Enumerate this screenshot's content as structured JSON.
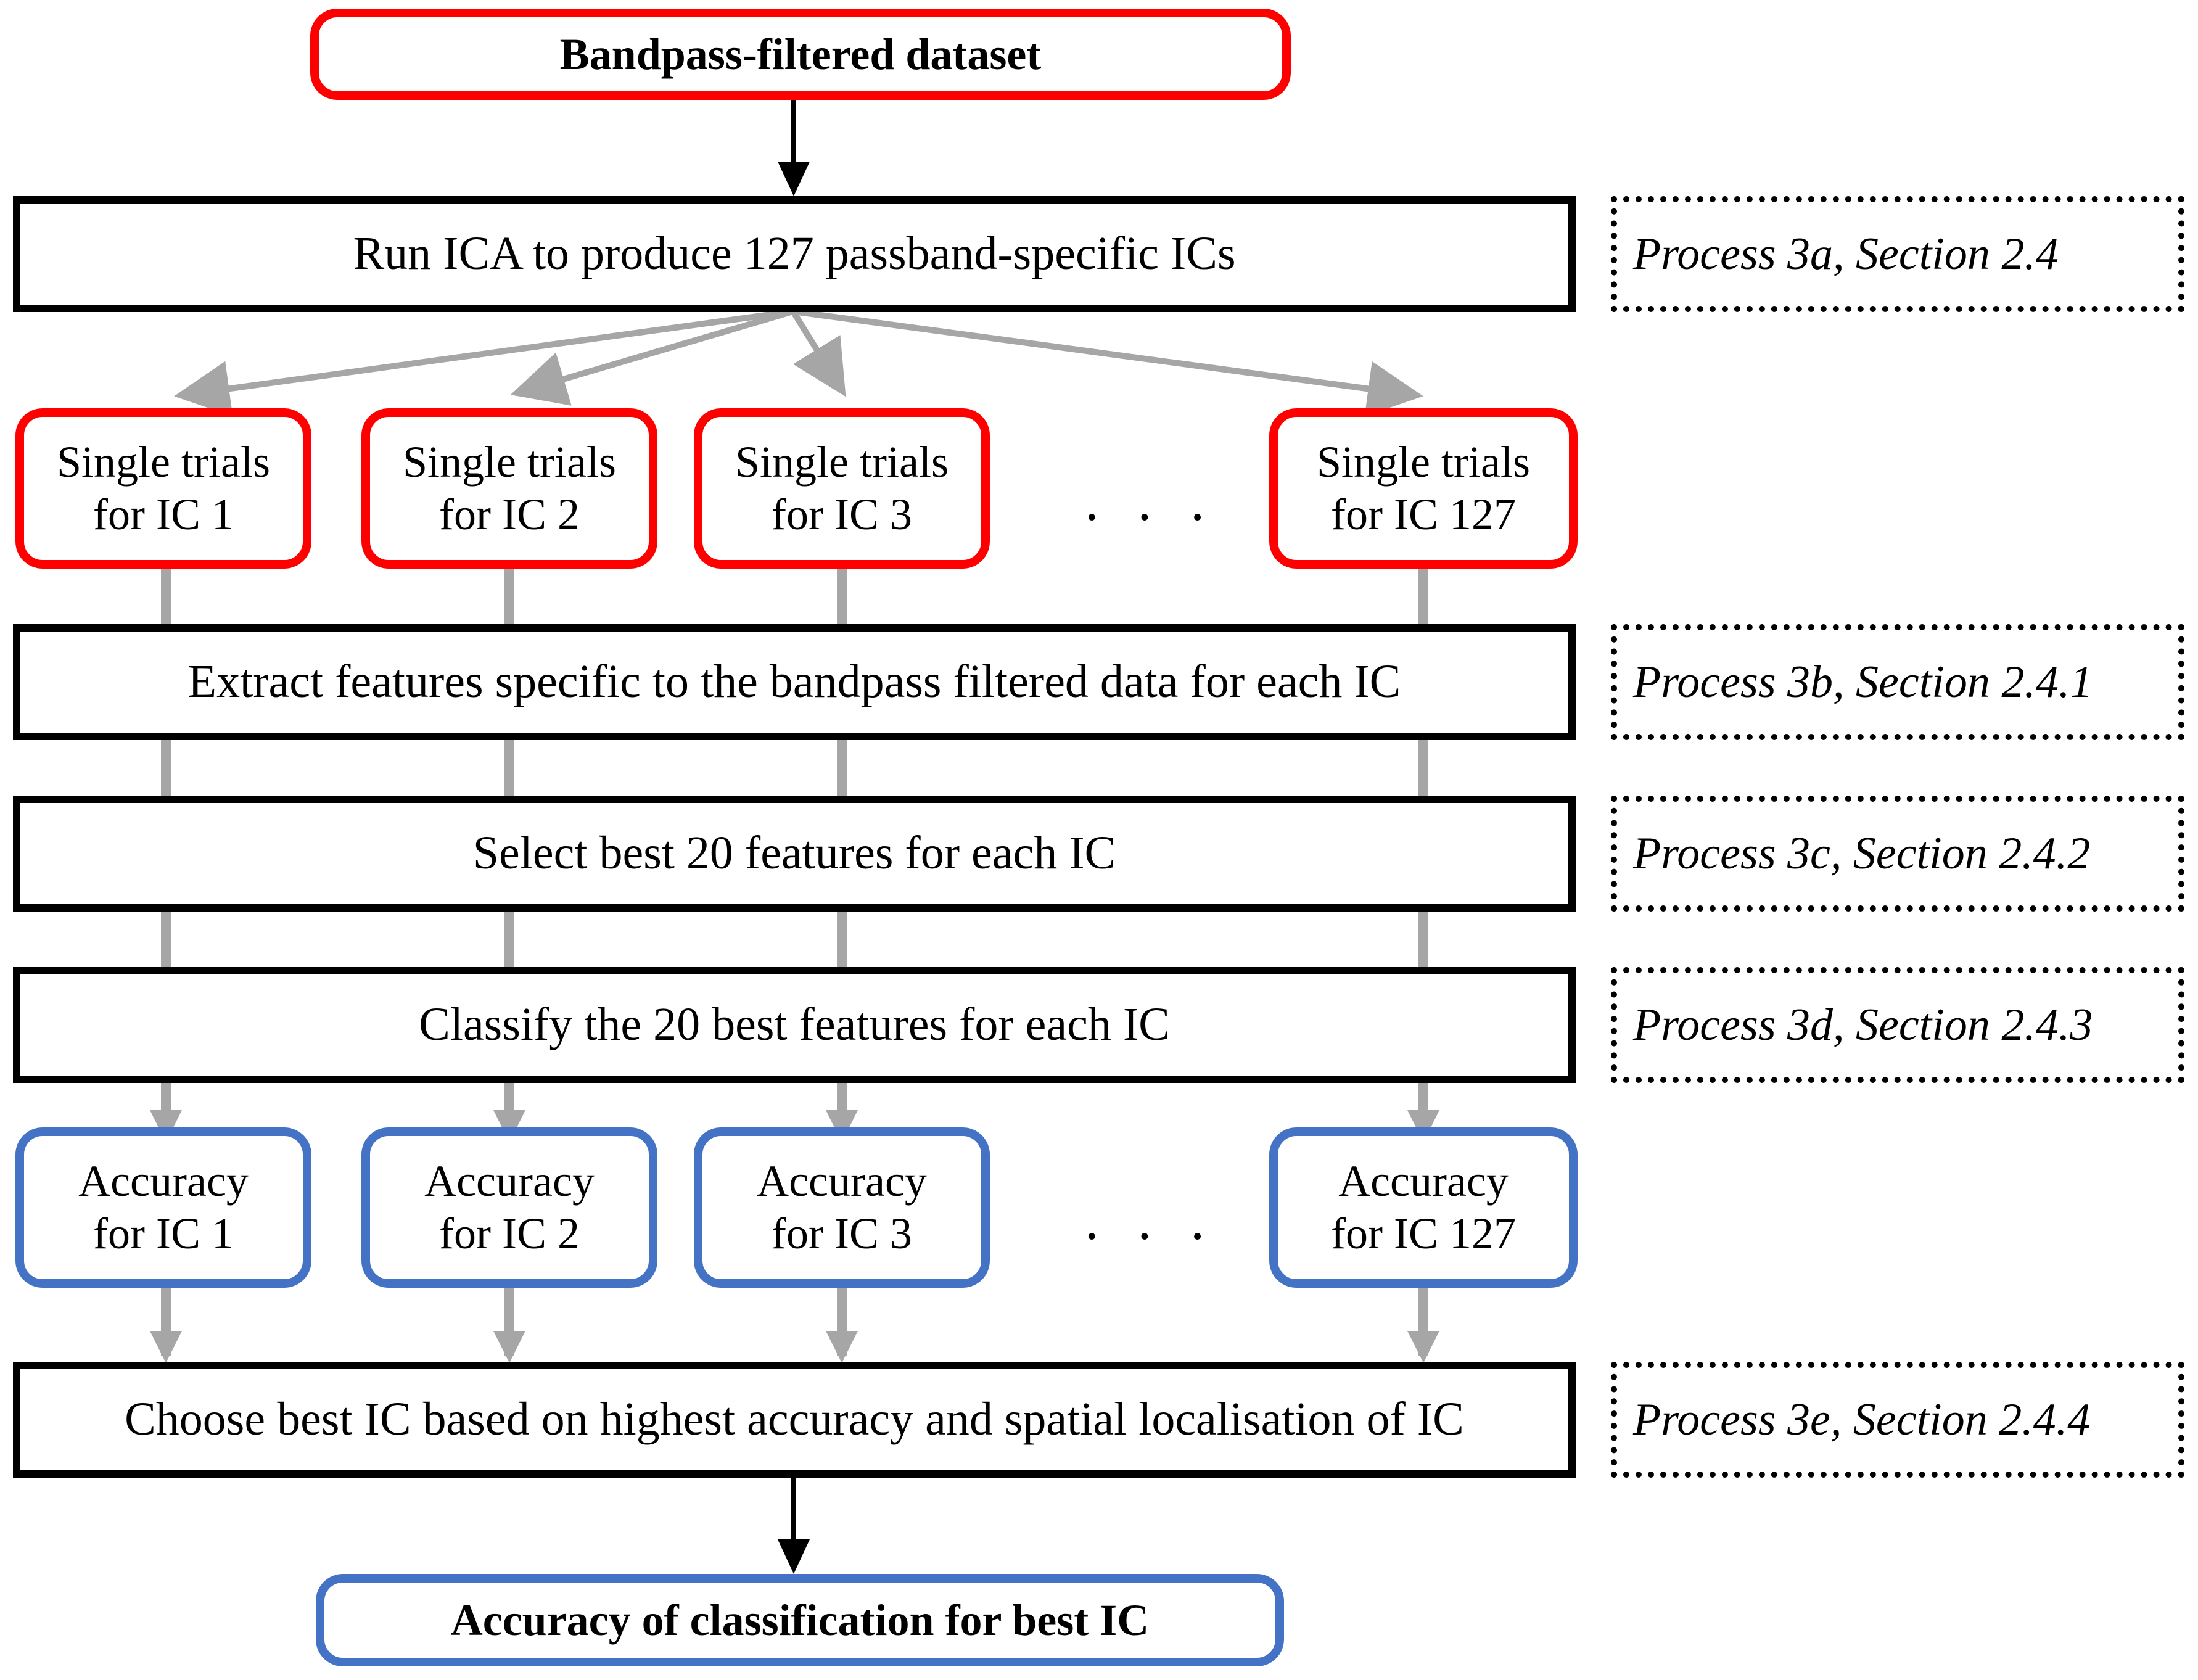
{
  "diagram": {
    "title_box": {
      "label": "Bandpass-filtered dataset",
      "border_color": "#FF0000",
      "shape": "rounded-rect"
    },
    "process_boxes": [
      {
        "id": "run-ica",
        "label": "Run ICA to produce 127 passband-specific ICs"
      },
      {
        "id": "extract",
        "label": "Extract features specific to the bandpass filtered data for each IC"
      },
      {
        "id": "select",
        "label": "Select best 20 features for each IC"
      },
      {
        "id": "classify",
        "label": "Classify the 20 best features for each IC"
      },
      {
        "id": "choose-best-ic",
        "label": "Choose best IC based on highest accuracy and spatial localisation of IC"
      }
    ],
    "annotations": [
      {
        "id": "annot-3a",
        "label": "Process 3a, Section 2.4"
      },
      {
        "id": "annot-3b",
        "label": "Process 3b, Section 2.4.1"
      },
      {
        "id": "annot-3c",
        "label": "Process 3c, Section 2.4.2"
      },
      {
        "id": "annot-3d",
        "label": "Process 3d, Section 2.4.3"
      },
      {
        "id": "annot-3e",
        "label": "Process 3e, Section 2.4.4"
      }
    ],
    "single_trials": {
      "border_color": "#FF0000",
      "ellipsis": "· · ·",
      "items": [
        {
          "line1": "Single trials",
          "line2": "for IC 1"
        },
        {
          "line1": "Single trials",
          "line2": "for IC 2"
        },
        {
          "line1": "Single trials",
          "line2": "for IC 3"
        },
        {
          "line1": "Single trials",
          "line2": "for IC 127"
        }
      ]
    },
    "accuracies": {
      "border_color": "#4472C4",
      "ellipsis": "· · ·",
      "items": [
        {
          "line1": "Accuracy",
          "line2": "for IC 1"
        },
        {
          "line1": "Accuracy",
          "line2": "for IC 2"
        },
        {
          "line1": "Accuracy",
          "line2": "for IC 3"
        },
        {
          "line1": "Accuracy",
          "line2": "for IC 127"
        }
      ]
    },
    "result_box": {
      "label": "Accuracy of classification for best IC",
      "border_color": "#4472C4",
      "shape": "rounded-rect"
    },
    "colors": {
      "red": "#FF0000",
      "blue": "#4472C4",
      "gray_connector": "#A6A6A6",
      "black": "#000000",
      "background": "#FFFFFF"
    }
  }
}
